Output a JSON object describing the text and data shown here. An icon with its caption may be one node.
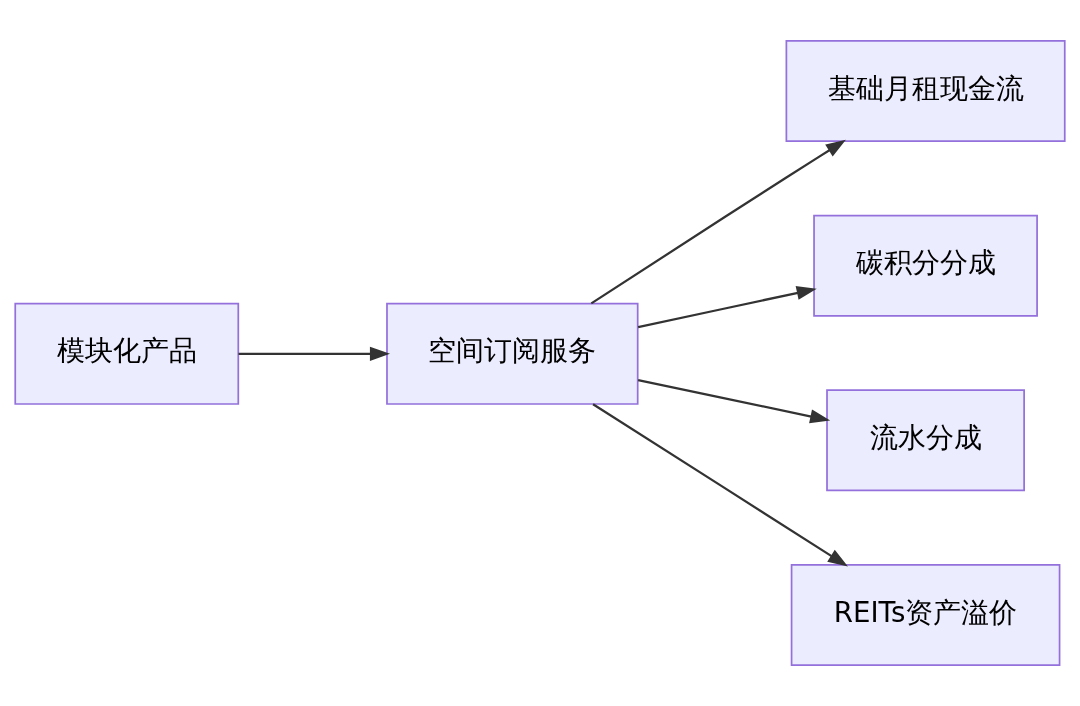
{
  "diagram": {
    "nodes": [
      {
        "text": [
          "模块化产品"
        ]
      },
      {
        "text": [
          "空间订阅服务"
        ]
      },
      {
        "text": [
          "基础月租现金流"
        ]
      },
      {
        "text": [
          "碳积分分成"
        ]
      },
      {
        "text": [
          "流水分成"
        ]
      },
      {
        "text": [
          "REITs资产溢价"
        ]
      }
    ],
    "edges": [
      {
        "from": 0,
        "to": 1,
        "arrow": "to"
      },
      {
        "from": 1,
        "to": 2,
        "arrow": "to"
      },
      {
        "from": 1,
        "to": 3,
        "arrow": "to"
      },
      {
        "from": 1,
        "to": 4,
        "arrow": "to"
      },
      {
        "from": 1,
        "to": 5,
        "arrow": "to"
      }
    ]
  }
}
